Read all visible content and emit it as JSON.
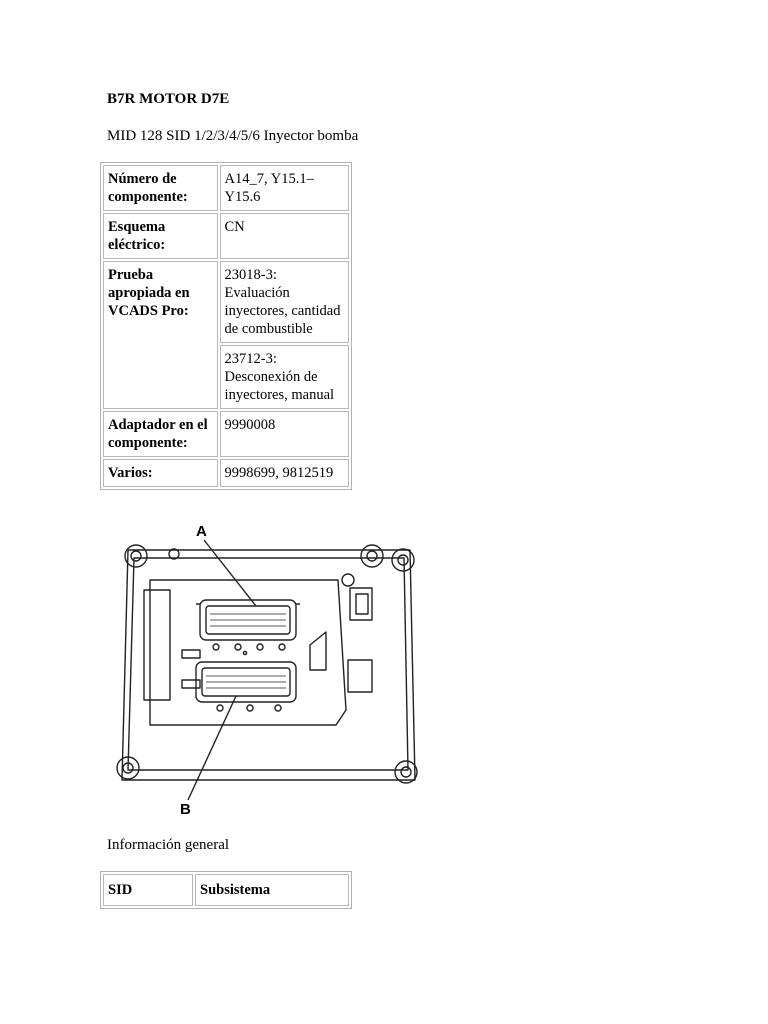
{
  "document": {
    "title": "B7R MOTOR D7E",
    "subtitle": "MID 128 SID 1/2/3/4/5/6 Inyector bomba"
  },
  "component_table": {
    "rows": [
      {
        "key": "Número de componente:",
        "value": "A14_7, Y15.1–Y15.6"
      },
      {
        "key": "Esquema eléctrico:",
        "value": "CN"
      },
      {
        "key": "Prueba apropiada en VCADS Pro:",
        "values": [
          "23018-3: Evaluación inyectores, cantidad de combustible",
          "23712-3: Desconexión de inyectores, manual"
        ]
      },
      {
        "key": "Adaptador en el componente:",
        "value": "9990008"
      },
      {
        "key": "Varios:",
        "value": "9998699, 9812519"
      }
    ]
  },
  "diagram": {
    "label_a": "A",
    "label_b": "B"
  },
  "general_info": {
    "heading": "Información general",
    "columns": [
      "SID",
      "Subsistema"
    ]
  }
}
